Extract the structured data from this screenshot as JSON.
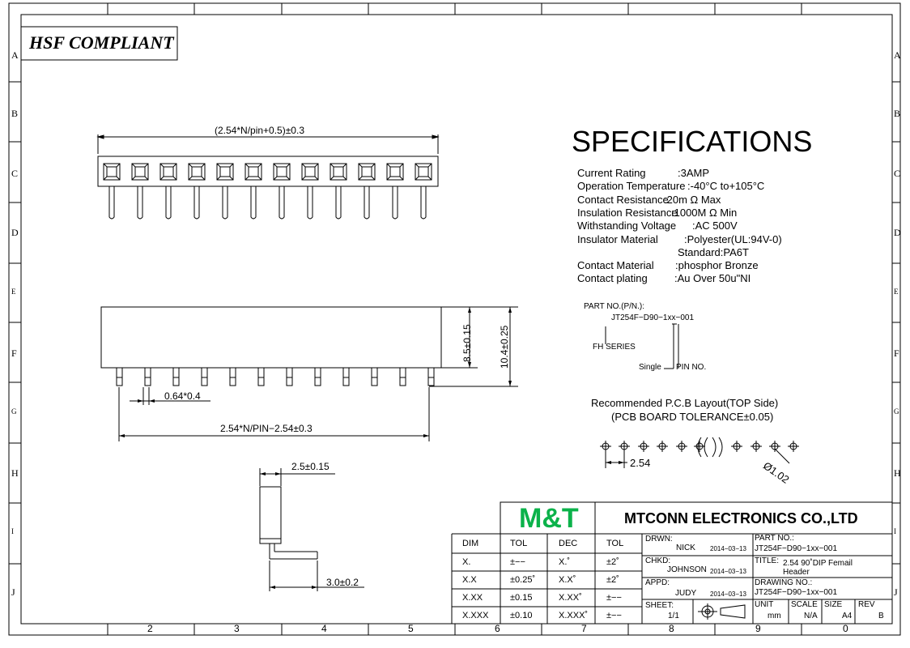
{
  "stamp": "HSF COMPLIANT",
  "row_letters": [
    "A",
    "B",
    "C",
    "D",
    "E",
    "F",
    "G",
    "H",
    "I",
    "J"
  ],
  "col_numbers": [
    "2",
    "3",
    "4",
    "5",
    "6",
    "7",
    "8",
    "9",
    "0"
  ],
  "front_view": {
    "dim_overall": "(2.54*N/pin+0.5)±0.3",
    "pins": 12
  },
  "side_view": {
    "dim_height1": "8.5±0.15",
    "dim_height2": "10.4±0.25",
    "dim_pin": "0.64*0.4",
    "dim_pitch": "2.54*N/PIN−2.54±0.3"
  },
  "end_view": {
    "dim_width": "2.5±0.15",
    "dim_leg": "3.0±0.2"
  },
  "specs": {
    "title": "SPECIFICATIONS",
    "rows": [
      {
        "label": "Current Rating",
        "value": ":3AMP"
      },
      {
        "label": "Operation Temperature",
        "value": ":-40°C to+105°C"
      },
      {
        "label": "Contact Resistance",
        "value": ":20m Ω Max"
      },
      {
        "label": "Insulation Resistance",
        "value": ":1000M Ω  Min"
      },
      {
        "label": "Withstanding Voltage",
        "value": ":AC 500V"
      },
      {
        "label": "Insulator Material",
        "value": ":Polyester(UL:94V-0)"
      },
      {
        "label": "",
        "value": "Standard:PA6T"
      },
      {
        "label": "Contact  Material",
        "value": ":phosphor  Bronze"
      },
      {
        "label": "Contact plating",
        "value": ":Au  Over 50u\"NI"
      }
    ]
  },
  "part_no": {
    "label": "PART NO.(P/N.):",
    "number": "JT254F−D90−1xx−001",
    "series": "FH  SERIES",
    "single": "Single",
    "pin_no": "PIN NO."
  },
  "pcb": {
    "title": "Recommended P.C.B Layout(TOP Side)",
    "tolerance": "(PCB BOARD TOLERANCE±0.05)",
    "pitch": "2.54",
    "hole": "Ø1.02"
  },
  "title_block": {
    "logo": "M&T",
    "company": "MTCONN ELECTRONICS CO.,LTD",
    "tol_headers": [
      "DIM",
      "TOL",
      "DEC",
      "TOL"
    ],
    "tol_rows": [
      [
        "X.",
        "±−−",
        "X.˚",
        "±2˚"
      ],
      [
        "X.X",
        "±0.25˚",
        "X.X˚",
        "±2˚"
      ],
      [
        "X.XX",
        "±0.15",
        "X.XX˚",
        "±−−"
      ],
      [
        "X.XXX",
        "±0.10",
        "X.XXX˚",
        "±−−"
      ]
    ],
    "drwn_label": "DRWN:",
    "drwn_name": "NICK",
    "drwn_date": "2014−03−13",
    "chkd_label": "CHKD:",
    "chkd_name": "JOHNSON",
    "chkd_date": "2014−03−13",
    "appd_label": "APPD:",
    "appd_name": "JUDY",
    "appd_date": "2014−03−13",
    "sheet_label": "SHEET:",
    "sheet_value": "1/1",
    "part_label": "PART NO.:",
    "part_value": "JT254F−D90−1xx−001",
    "title_label": "TITLE:",
    "title_value1": "2.54  90˚DIP  Femail",
    "title_value2": "Header",
    "drawing_label": "DRAWING NO.:",
    "drawing_value": "JT254F−D90−1xx−001",
    "unit_label": "UNIT",
    "unit_value": "mm",
    "scale_label": "SCALE",
    "scale_value": "N/A",
    "size_label": "SIZE",
    "size_value": "A4",
    "rev_label": "REV",
    "rev_value": "B"
  }
}
